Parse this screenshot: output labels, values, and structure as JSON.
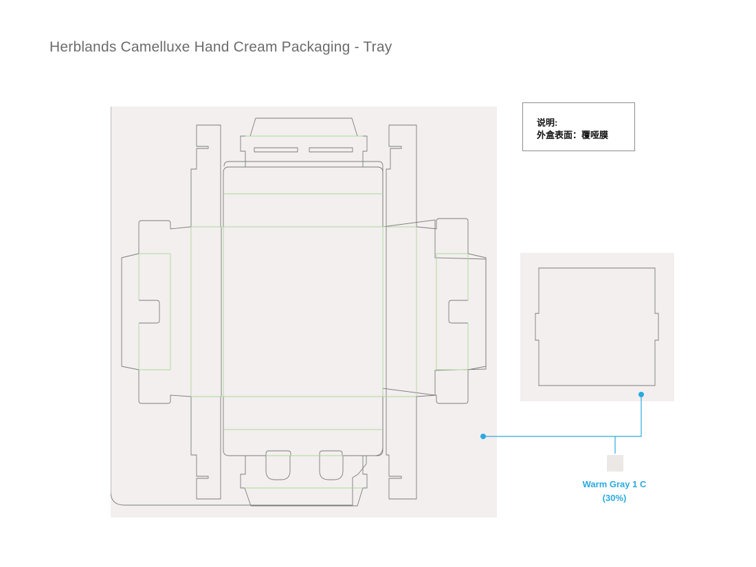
{
  "title": "Herblands Camelluxe Hand Cream Packaging - Tray",
  "note": {
    "heading": "说明:",
    "line1": "外盒表面：覆哑膜"
  },
  "color_spec": {
    "name": "Warm Gray 1 C",
    "tint": "(30%)",
    "hex": "#2aa9e0"
  },
  "colors": {
    "panel_bg": "#f3efee",
    "cut_line": "#7a7a7a",
    "fold_line": "#a8d99a",
    "callout": "#2aa9e0"
  }
}
